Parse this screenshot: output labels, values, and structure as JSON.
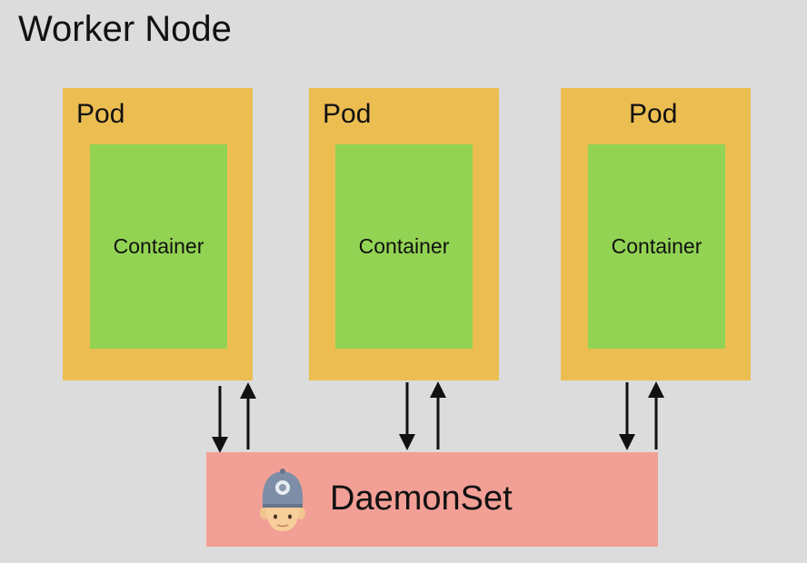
{
  "title": "Worker Node",
  "pods": [
    {
      "label": "Pod",
      "container": "Container"
    },
    {
      "label": "Pod",
      "container": "Container"
    },
    {
      "label": "Pod",
      "container": "Container"
    }
  ],
  "daemonset": {
    "label": "DaemonSet",
    "icon": "police-officer-icon"
  },
  "colors": {
    "background": "#dcdcdc",
    "pod": "#ecbe52",
    "container": "#92d353",
    "daemonset": "#f29f95",
    "arrow": "#111111"
  }
}
